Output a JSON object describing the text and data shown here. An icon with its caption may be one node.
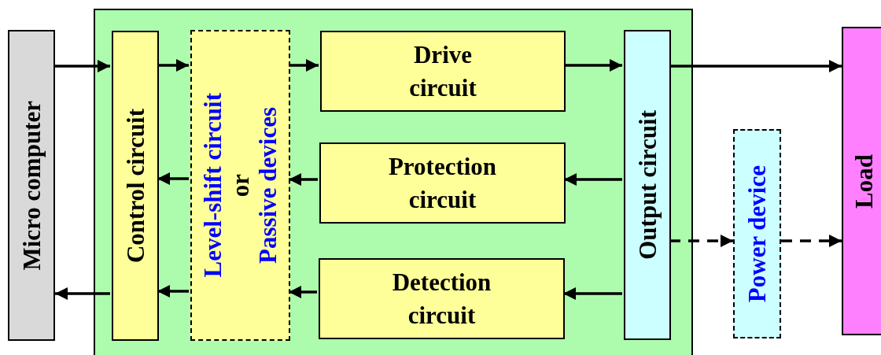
{
  "diagram": {
    "nodes": [
      {
        "text": [
          "Micro computer"
        ]
      },
      {
        "text": [],
        "shape": "box"
      },
      {
        "text": [
          "Control circuit"
        ],
        "in": 1
      },
      {
        "text": [
          "Level-shift circuit",
          "or",
          "Passive devices"
        ],
        "in": 1
      },
      {
        "text": [
          "Drive circuit"
        ],
        "in": 1
      },
      {
        "text": [
          "Protection circuit"
        ],
        "in": 1
      },
      {
        "text": [
          "Detection circuit"
        ],
        "in": 1
      },
      {
        "text": [
          "Output circuit"
        ],
        "in": 1
      },
      {
        "text": [
          "Power device"
        ]
      },
      {
        "text": [
          "Load"
        ]
      }
    ],
    "edges": [
      {
        "from": 0,
        "to": 2,
        "arrow": "to"
      },
      {
        "from": 2,
        "to": 3,
        "arrow": "to"
      },
      {
        "from": 3,
        "to": 4,
        "arrow": "to"
      },
      {
        "from": 4,
        "to": 7,
        "arrow": "to"
      },
      {
        "from": 7,
        "to": 9,
        "arrow": "to"
      },
      {
        "from": 3,
        "to": 2,
        "arrow": "to"
      },
      {
        "from": 5,
        "to": 3,
        "arrow": "to"
      },
      {
        "from": 7,
        "to": 5,
        "arrow": "to"
      },
      {
        "from": 2,
        "to": 0,
        "arrow": "to"
      },
      {
        "from": 3,
        "to": 2,
        "arrow": "to"
      },
      {
        "from": 6,
        "to": 3,
        "arrow": "to"
      },
      {
        "from": 7,
        "to": 6,
        "arrow": "to"
      },
      {
        "from": 7,
        "to": 8,
        "arrow": "to",
        "style": "dashed"
      },
      {
        "from": 8,
        "to": 9,
        "arrow": "to",
        "style": "dashed"
      }
    ]
  }
}
